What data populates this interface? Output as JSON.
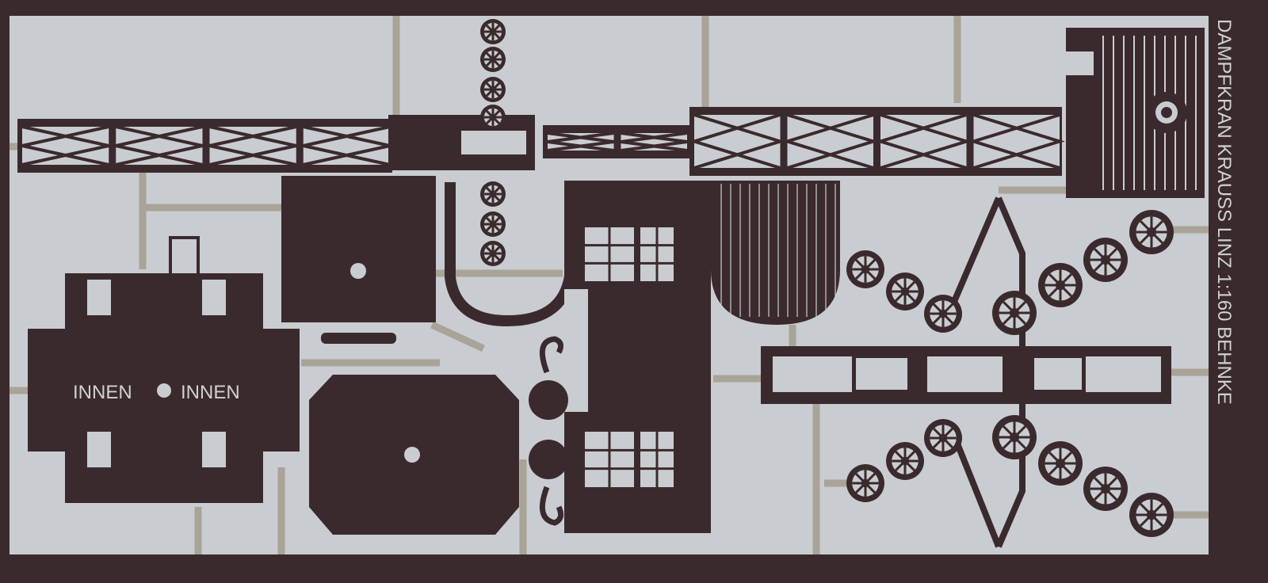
{
  "sheet": {
    "side_text": "DAMPFKRAN  KRAUSS  LINZ   1:160   BEHNKE",
    "frame_label_left": "INNEN",
    "frame_label_right": "INNEN"
  },
  "colors": {
    "brass_etch": "#3b2a2d",
    "background": "#c9cdd1",
    "runner": "#a9a398",
    "lettering": "#cfd2cf"
  }
}
